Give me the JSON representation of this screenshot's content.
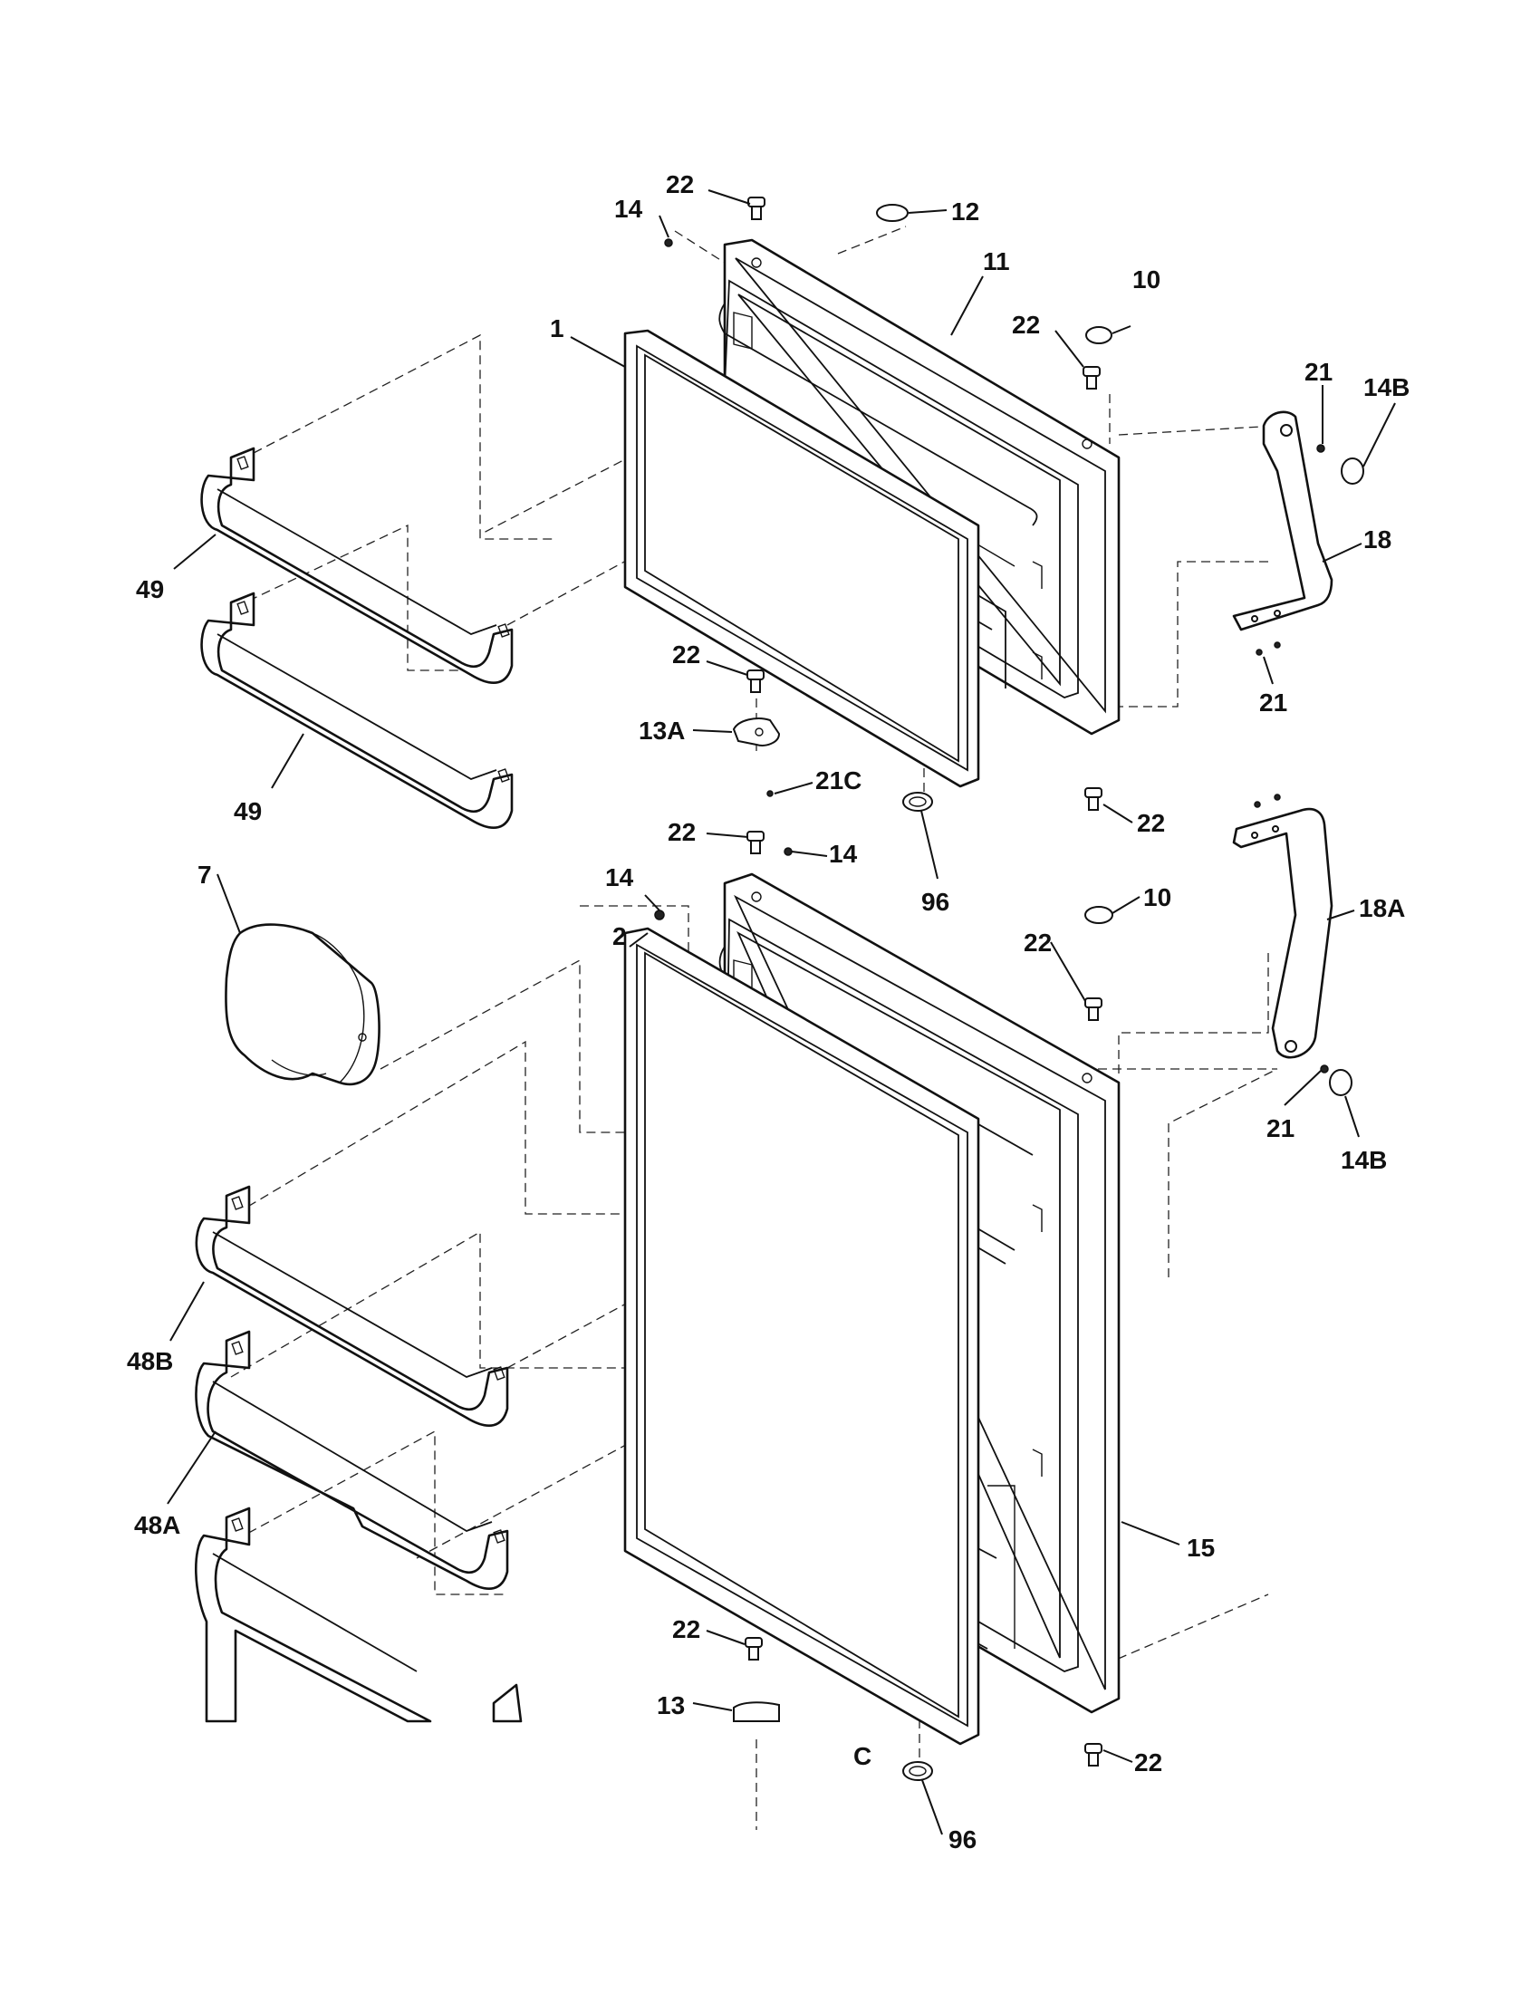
{
  "callouts": [
    {
      "id": "c22a",
      "text": "22"
    },
    {
      "id": "c14a",
      "text": "14"
    },
    {
      "id": "c12",
      "text": "12"
    },
    {
      "id": "c11",
      "text": "11"
    },
    {
      "id": "c10a",
      "text": "10"
    },
    {
      "id": "c22b",
      "text": "22"
    },
    {
      "id": "c1",
      "text": "1"
    },
    {
      "id": "c21a",
      "text": "21"
    },
    {
      "id": "c14Ba",
      "text": "14B"
    },
    {
      "id": "c18",
      "text": "18"
    },
    {
      "id": "c49a",
      "text": "49"
    },
    {
      "id": "c49b",
      "text": "49"
    },
    {
      "id": "c22c",
      "text": "22"
    },
    {
      "id": "c13A",
      "text": "13A"
    },
    {
      "id": "c21C",
      "text": "21C"
    },
    {
      "id": "c21b",
      "text": "21"
    },
    {
      "id": "c22d",
      "text": "22"
    },
    {
      "id": "c22e",
      "text": "22"
    },
    {
      "id": "c14b",
      "text": "14"
    },
    {
      "id": "c96a",
      "text": "96"
    },
    {
      "id": "c7",
      "text": "7"
    },
    {
      "id": "c14c",
      "text": "14"
    },
    {
      "id": "c2",
      "text": "2"
    },
    {
      "id": "c10b",
      "text": "10"
    },
    {
      "id": "c18A",
      "text": "18A"
    },
    {
      "id": "c22f",
      "text": "22"
    },
    {
      "id": "c21c",
      "text": "21"
    },
    {
      "id": "c14Bb",
      "text": "14B"
    },
    {
      "id": "c48B",
      "text": "48B"
    },
    {
      "id": "c48A",
      "text": "48A"
    },
    {
      "id": "c15",
      "text": "15"
    },
    {
      "id": "c22g",
      "text": "22"
    },
    {
      "id": "c13",
      "text": "13"
    },
    {
      "id": "cC",
      "text": "C"
    },
    {
      "id": "c22h",
      "text": "22"
    },
    {
      "id": "c96b",
      "text": "96"
    }
  ]
}
